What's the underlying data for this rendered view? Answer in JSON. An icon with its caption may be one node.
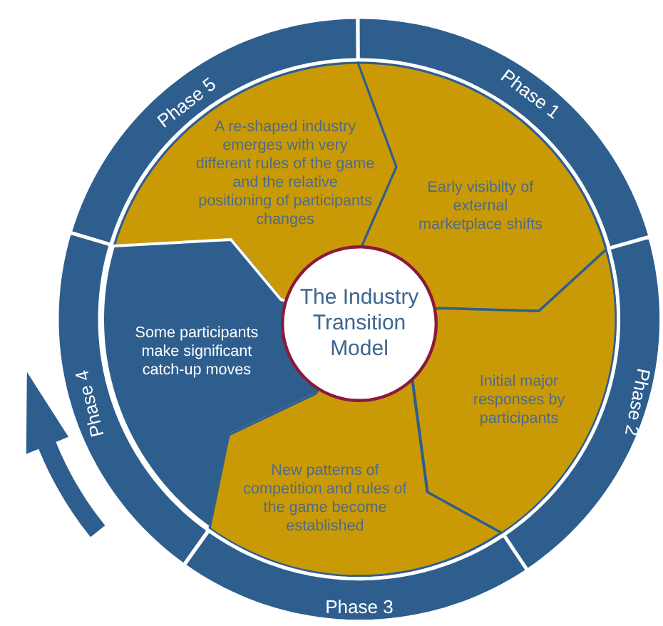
{
  "diagram": {
    "nodes": [
      {
        "text": [
          "Phase 5"
        ]
      },
      {
        "text": [
          "Phase 1"
        ]
      },
      {
        "text": [
          "A re-shaped industry emerges with very different rules of the game and the relative positioning of participants changes"
        ]
      },
      {
        "text": [
          "Early visibilty of external marketplace shifts"
        ]
      },
      {
        "text": [
          "Some participants make significant catch-up moves"
        ]
      },
      {
        "text": [
          "Phase 4"
        ]
      },
      {
        "text": [
          "Initial major responses by participants"
        ]
      },
      {
        "text": [
          "Phase 2"
        ]
      },
      {
        "text": [
          "New patterns of competition and rules of the game become established"
        ]
      },
      {
        "text": [
          "Phase 3"
        ]
      },
      {
        "text": [
          "The Industry Transition Model"
        ]
      }
    ]
  }
}
